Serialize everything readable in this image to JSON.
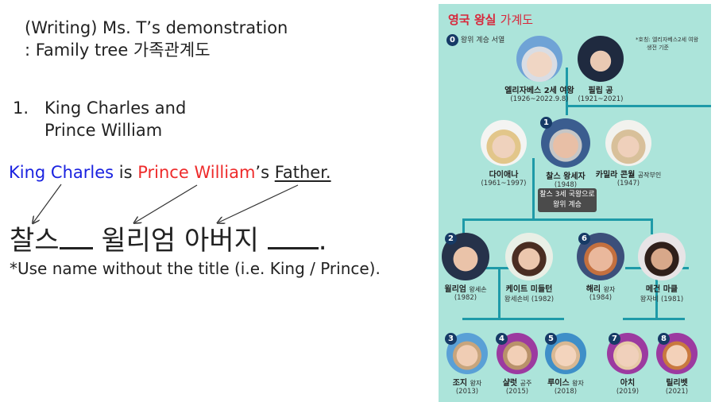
{
  "slide": {
    "title_line1": "(Writing) Ms. T’s demonstration",
    "title_line2": ": Family tree 가족관계도",
    "item_number": "1.",
    "item_line1": "King Charles and",
    "item_line2": "Prince William",
    "sentence": {
      "part1": "King Charles",
      "part2": " is ",
      "part3": "Prince William",
      "part4": "’s ",
      "part5": "Father."
    },
    "korean": {
      "word1": "찰스",
      "word2": "윌리엄",
      "word3": "아버지",
      "end": "."
    },
    "note": "*Use name without the title (i.e. King / Prince)."
  },
  "infographic": {
    "title_main": "영국 왕실",
    "title_sub": "가계도",
    "legend_badge": "0",
    "legend_text": "왕위 계승 서열",
    "source_note_line1": "*호칭: 엘리자베스2세 여왕",
    "source_note_line2": "생전 기준",
    "succession_label_line1": "찰스 3세 국왕으로",
    "succession_label_line2": "왕위 계승",
    "people": [
      {
        "name": "엘리자베스 2세 여왕",
        "title": "",
        "years": "(1926~2022.9.8)",
        "rank": ""
      },
      {
        "name": "필립 공",
        "title": "",
        "years": "(1921~2021)",
        "rank": ""
      },
      {
        "name": "다이애나",
        "title": "",
        "years": "(1961~1997)",
        "rank": ""
      },
      {
        "name": "찰스 왕세자",
        "title": "",
        "years": "(1948)",
        "rank": "1"
      },
      {
        "name": "카밀라 콘월",
        "title": "공작부인",
        "years": "(1947)",
        "rank": ""
      },
      {
        "name": "윌리엄",
        "title": "왕세손",
        "years": "(1982)",
        "rank": "2"
      },
      {
        "name": "케이트 미들턴",
        "title": "",
        "years": "왕세손비 (1982)",
        "rank": ""
      },
      {
        "name": "해리",
        "title": "왕자",
        "years": "(1984)",
        "rank": "6"
      },
      {
        "name": "메건 마클",
        "title": "",
        "years": "왕자비 (1981)",
        "rank": ""
      },
      {
        "name": "조지",
        "title": "왕자",
        "years": "(2013)",
        "rank": "3"
      },
      {
        "name": "샬럿",
        "title": "공주",
        "years": "(2015)",
        "rank": "4"
      },
      {
        "name": "루이스",
        "title": "왕자",
        "years": "(2018)",
        "rank": "5"
      },
      {
        "name": "아치",
        "title": "",
        "years": "(2019)",
        "rank": "7"
      },
      {
        "name": "릴리벳",
        "title": "",
        "years": "(2021)",
        "rank": "8"
      }
    ]
  }
}
